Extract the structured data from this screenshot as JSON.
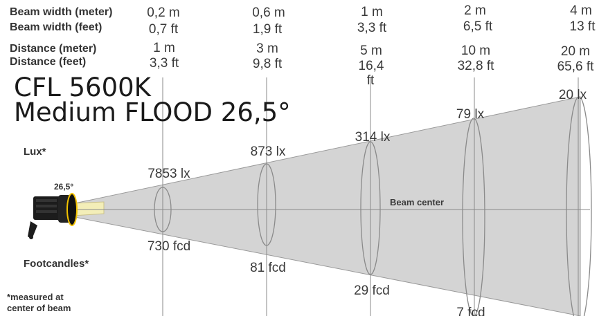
{
  "header": {
    "beam_width_m_label": "Beam width (meter)",
    "beam_width_ft_label": "Beam width (feet)",
    "distance_m_label": "Distance (meter)",
    "distance_ft_label": "Distance (feet)"
  },
  "columns": [
    {
      "beam_m": "0,2 m",
      "beam_ft": "0,7 ft",
      "dist_m": "1 m",
      "dist_ft": "3,3 ft",
      "lux": "7853 lx",
      "fcd": "730 fcd"
    },
    {
      "beam_m": "0,6 m",
      "beam_ft": "1,9 ft",
      "dist_m": "3 m",
      "dist_ft": "9,8 ft",
      "lux": "873 lx",
      "fcd": "81 fcd"
    },
    {
      "beam_m": "1 m",
      "beam_ft": "3,3 ft",
      "dist_m": "5 m",
      "dist_ft": "16,4",
      "dist_ft2": "ft",
      "lux": "314 lx",
      "fcd": "29 fcd"
    },
    {
      "beam_m": "2 m",
      "beam_ft": "6,5 ft",
      "dist_m": "10 m",
      "dist_ft": "32,8 ft",
      "lux": "79 lx",
      "fcd": "7 fcd"
    },
    {
      "beam_m": "4 m",
      "beam_ft": "13 ft",
      "dist_m": "20 m",
      "dist_ft": "65,6 ft",
      "lux": "20 lx",
      "fcd": ""
    }
  ],
  "title": {
    "line1": "CFL 5600K",
    "line2": "Medium FLOOD 26,5°"
  },
  "lux_label": "Lux*",
  "footcandles_label": "Footcandles*",
  "beam_angle": "26,5°",
  "beam_center_label": "Beam center",
  "note_line1": "*measured at",
  "note_line2": "center of beam",
  "colors": {
    "beam_fill": "#d4d4d4",
    "beam_stroke": "#9a9a9a",
    "near_light": "#f3eeb8",
    "lamp_body": "#1c1c1c",
    "lamp_ring": "#f2c200"
  }
}
